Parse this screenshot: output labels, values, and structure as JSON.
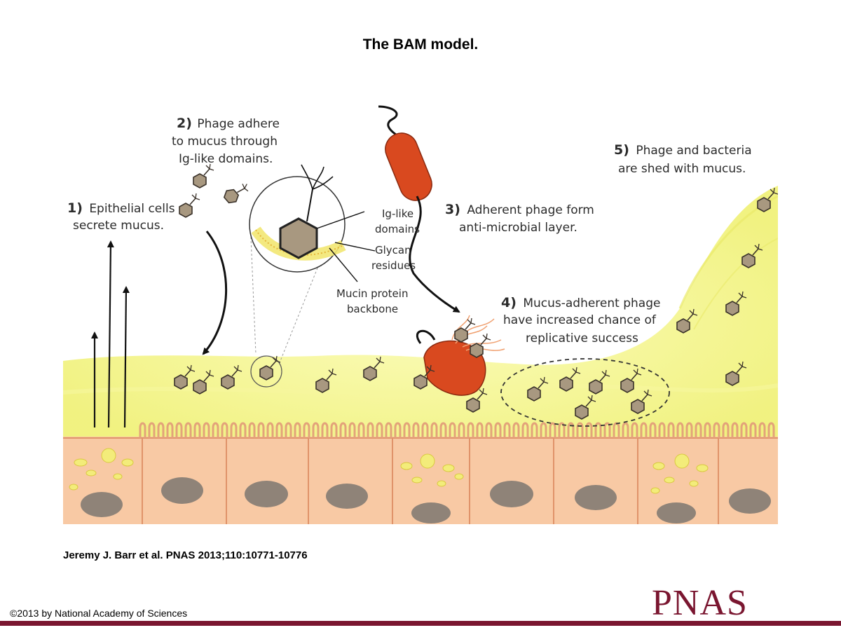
{
  "title": "The BAM model.",
  "citation": "Jeremy J. Barr et al. PNAS 2013;110:10771-10776",
  "copyright": "©2013 by National Academy of Sciences",
  "logo_text": "PNAS",
  "colors": {
    "brand": "#7a1630",
    "mucus": "#f3f49a",
    "epithelium": "#f8c9a4",
    "bacterium": "#d9491f",
    "phage": "#a89880",
    "nucleus": "#8f8378"
  },
  "steps": [
    {
      "num": "1)",
      "lines": [
        "Epithelial cells",
        "secrete mucus."
      ]
    },
    {
      "num": "2)",
      "lines": [
        "Phage adhere",
        "to mucus through",
        "Ig-like domains."
      ]
    },
    {
      "num": "3)",
      "lines": [
        "Adherent phage form",
        "anti-microbial layer."
      ]
    },
    {
      "num": "4)",
      "lines": [
        "Mucus-adherent phage",
        "have increased chance of",
        "replicative success"
      ]
    },
    {
      "num": "5)",
      "lines": [
        "Phage and bacteria",
        "are shed with mucus."
      ]
    }
  ],
  "inset_labels": {
    "ig_like": [
      "Ig-like",
      "domains"
    ],
    "glycan": [
      "Glycan",
      "residues"
    ],
    "mucin": [
      "Mucin protein",
      "backbone"
    ]
  }
}
